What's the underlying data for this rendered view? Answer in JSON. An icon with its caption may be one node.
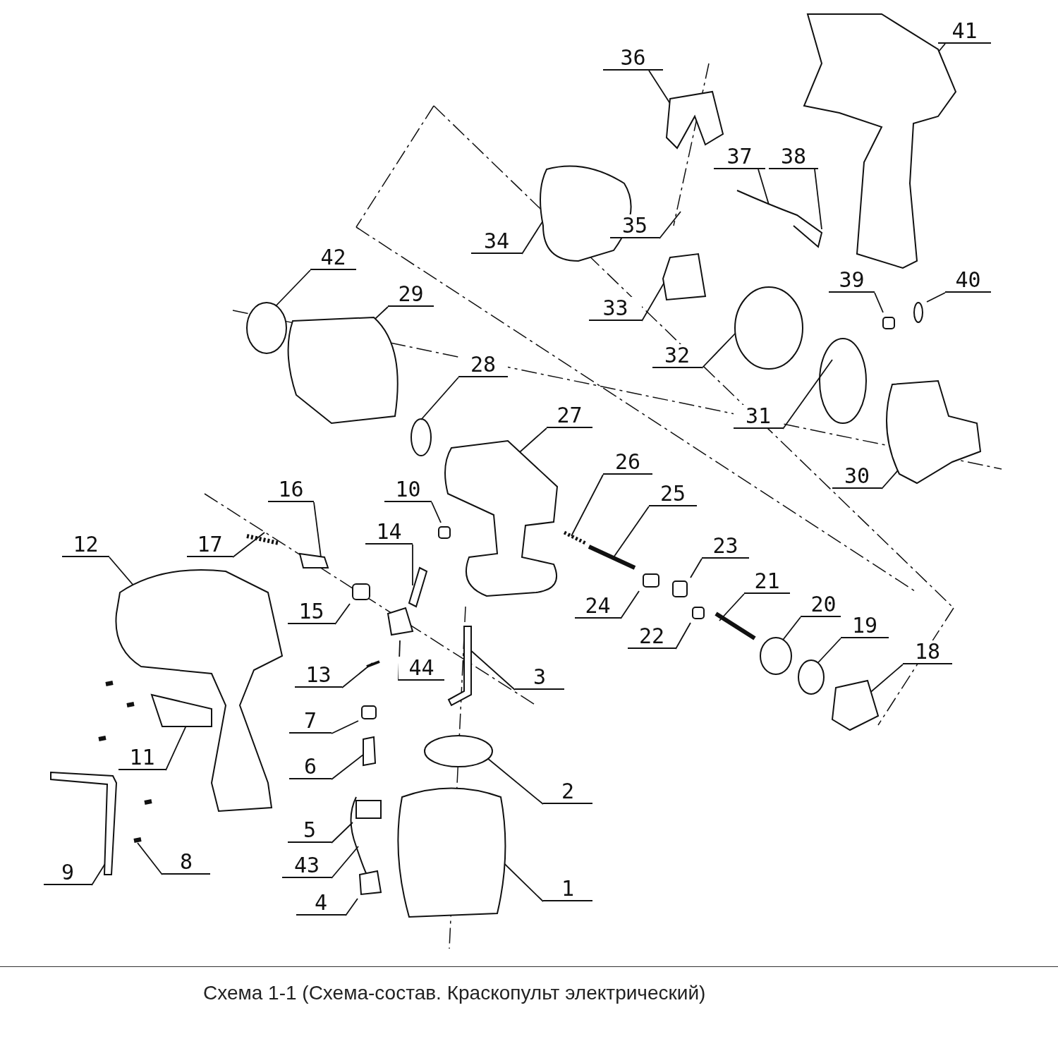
{
  "diagram": {
    "caption": "Схема 1-1 (Схема-состав. Краскопульт электрический)",
    "nodes": [
      {
        "text": [
          "41"
        ]
      },
      {
        "text": [
          "36"
        ]
      },
      {
        "text": [
          "37"
        ]
      },
      {
        "text": [
          "38"
        ]
      },
      {
        "text": [
          "35"
        ]
      },
      {
        "text": [
          "34"
        ]
      },
      {
        "text": [
          "42"
        ]
      },
      {
        "text": [
          "39"
        ]
      },
      {
        "text": [
          "40"
        ]
      },
      {
        "text": [
          "29"
        ]
      },
      {
        "text": [
          "33"
        ]
      },
      {
        "text": [
          "32"
        ]
      },
      {
        "text": [
          "28"
        ]
      },
      {
        "text": [
          "31"
        ]
      },
      {
        "text": [
          "27"
        ]
      },
      {
        "text": [
          "26"
        ]
      },
      {
        "text": [
          "30"
        ]
      },
      {
        "text": [
          "16"
        ]
      },
      {
        "text": [
          "10"
        ]
      },
      {
        "text": [
          "25"
        ]
      },
      {
        "text": [
          "14"
        ]
      },
      {
        "text": [
          "12"
        ]
      },
      {
        "text": [
          "17"
        ]
      },
      {
        "text": [
          "23"
        ]
      },
      {
        "text": [
          "21"
        ]
      },
      {
        "text": [
          "24"
        ]
      },
      {
        "text": [
          "20"
        ]
      },
      {
        "text": [
          "15"
        ]
      },
      {
        "text": [
          "19"
        ]
      },
      {
        "text": [
          "22"
        ]
      },
      {
        "text": [
          "18"
        ]
      },
      {
        "text": [
          "44"
        ]
      },
      {
        "text": [
          "13"
        ]
      },
      {
        "text": [
          "3"
        ]
      },
      {
        "text": [
          "7"
        ]
      },
      {
        "text": [
          "11"
        ]
      },
      {
        "text": [
          "6"
        ]
      },
      {
        "text": [
          "2"
        ]
      },
      {
        "text": [
          "5"
        ]
      },
      {
        "text": [
          "8"
        ]
      },
      {
        "text": [
          "43"
        ]
      },
      {
        "text": [
          "9"
        ]
      },
      {
        "text": [
          "1"
        ]
      },
      {
        "text": [
          "4"
        ]
      }
    ],
    "edges": [
      {
        "from": 0,
        "to": null,
        "arrow": "none"
      },
      {
        "from": 1,
        "to": null,
        "arrow": "none"
      },
      {
        "from": 2,
        "to": null,
        "arrow": "none"
      },
      {
        "from": 3,
        "to": null,
        "arrow": "none"
      },
      {
        "from": 4,
        "to": null,
        "arrow": "none"
      },
      {
        "from": 5,
        "to": null,
        "arrow": "none"
      },
      {
        "from": 6,
        "to": null,
        "arrow": "none"
      },
      {
        "from": 7,
        "to": null,
        "arrow": "none"
      },
      {
        "from": 8,
        "to": null,
        "arrow": "none"
      },
      {
        "from": 9,
        "to": null,
        "arrow": "none"
      },
      {
        "from": 10,
        "to": null,
        "arrow": "none"
      },
      {
        "from": 11,
        "to": null,
        "arrow": "none"
      },
      {
        "from": 12,
        "to": null,
        "arrow": "none"
      },
      {
        "from": 13,
        "to": null,
        "arrow": "none"
      },
      {
        "from": 14,
        "to": null,
        "arrow": "none"
      },
      {
        "from": 15,
        "to": null,
        "arrow": "none"
      },
      {
        "from": 16,
        "to": null,
        "arrow": "none"
      },
      {
        "from": 17,
        "to": null,
        "arrow": "none"
      },
      {
        "from": 18,
        "to": null,
        "arrow": "none"
      },
      {
        "from": 19,
        "to": null,
        "arrow": "none"
      },
      {
        "from": 20,
        "to": null,
        "arrow": "none"
      },
      {
        "from": 21,
        "to": null,
        "arrow": "none"
      },
      {
        "from": 22,
        "to": null,
        "arrow": "none"
      },
      {
        "from": 23,
        "to": null,
        "arrow": "none"
      },
      {
        "from": 24,
        "to": null,
        "arrow": "none"
      },
      {
        "from": 25,
        "to": null,
        "arrow": "none"
      },
      {
        "from": 26,
        "to": null,
        "arrow": "none"
      },
      {
        "from": 27,
        "to": null,
        "arrow": "none"
      },
      {
        "from": 28,
        "to": null,
        "arrow": "none"
      },
      {
        "from": 29,
        "to": null,
        "arrow": "none"
      },
      {
        "from": 30,
        "to": null,
        "arrow": "none"
      },
      {
        "from": 31,
        "to": null,
        "arrow": "none"
      },
      {
        "from": 32,
        "to": null,
        "arrow": "none"
      },
      {
        "from": 33,
        "to": null,
        "arrow": "none"
      },
      {
        "from": 34,
        "to": null,
        "arrow": "none"
      },
      {
        "from": 35,
        "to": null,
        "arrow": "none"
      },
      {
        "from": 36,
        "to": null,
        "arrow": "none"
      },
      {
        "from": 37,
        "to": null,
        "arrow": "none"
      },
      {
        "from": 38,
        "to": null,
        "arrow": "none"
      },
      {
        "from": 39,
        "to": null,
        "arrow": "none"
      },
      {
        "from": 40,
        "to": null,
        "arrow": "none"
      },
      {
        "from": 41,
        "to": null,
        "arrow": "none"
      },
      {
        "from": 42,
        "to": null,
        "arrow": "none"
      },
      {
        "from": 43,
        "to": null,
        "arrow": "none"
      }
    ]
  }
}
